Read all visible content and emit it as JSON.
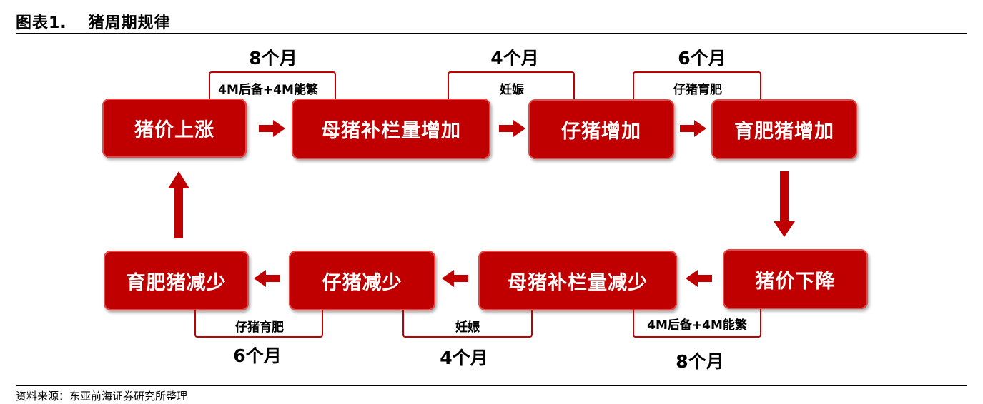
{
  "header": {
    "figure_label": "图表1.",
    "title": "猪周期规律"
  },
  "footer": {
    "source": "资料来源：东亚前海证券研究所整理"
  },
  "colors": {
    "box_fill": "#c00000",
    "arrow": "#c00000",
    "bracket": "#c00000"
  },
  "top_row": [
    {
      "label": "猪价上涨"
    },
    {
      "label": "母猪补栏量增加"
    },
    {
      "label": "仔猪增加"
    },
    {
      "label": "育肥猪增加"
    }
  ],
  "bottom_row": [
    {
      "label": "育肥猪减少"
    },
    {
      "label": "仔猪减少"
    },
    {
      "label": "母猪补栏量减少"
    },
    {
      "label": "猪价下降"
    }
  ],
  "top_intervals": [
    {
      "stage": "4M后备+4M能繁",
      "duration": "8个月"
    },
    {
      "stage": "妊娠",
      "duration": "4个月"
    },
    {
      "stage": "仔猪育肥",
      "duration": "6个月"
    }
  ],
  "bottom_intervals": [
    {
      "stage": "仔猪育肥",
      "duration": "6个月"
    },
    {
      "stage": "妊娠",
      "duration": "4个月"
    },
    {
      "stage": "4M后备+4M能繁",
      "duration": "8个月"
    }
  ]
}
